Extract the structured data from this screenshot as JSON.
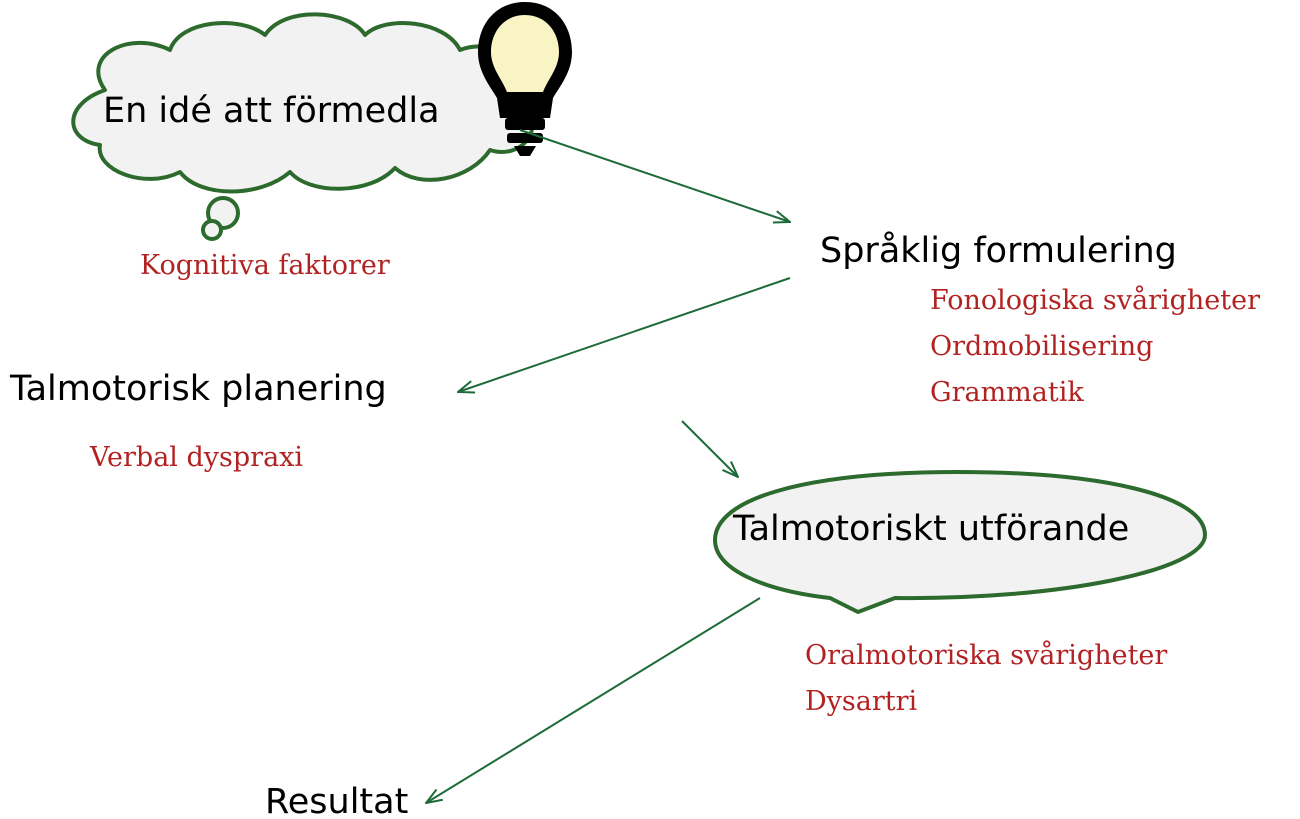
{
  "colors": {
    "factor_text": "#b22222",
    "arrow": "#1e6b3a",
    "shape_outline": "#2d6a2d",
    "shape_fill": "#f2f2f2",
    "bulb_fill": "#f8f4c4"
  },
  "nodes": {
    "idea": "En idé att förmedla",
    "formulation": "Språklig formulering",
    "planning": "Talmotorisk planering",
    "execution": "Talmotoriskt utförande",
    "result": "Resultat"
  },
  "factors": {
    "cognitive": "Kognitiva faktorer",
    "phonological": "Fonologiska svårigheter",
    "word_retrieval": "Ordmobilisering",
    "grammar": "Grammatik",
    "dyspraxia": "Verbal dyspraxi",
    "oral_motor": "Oralmotoriska svårigheter",
    "dysarthria": "Dysartri"
  },
  "icons": {
    "bulb": "lightbulb-icon",
    "cloud": "thought-cloud",
    "bubble": "speech-bubble"
  }
}
